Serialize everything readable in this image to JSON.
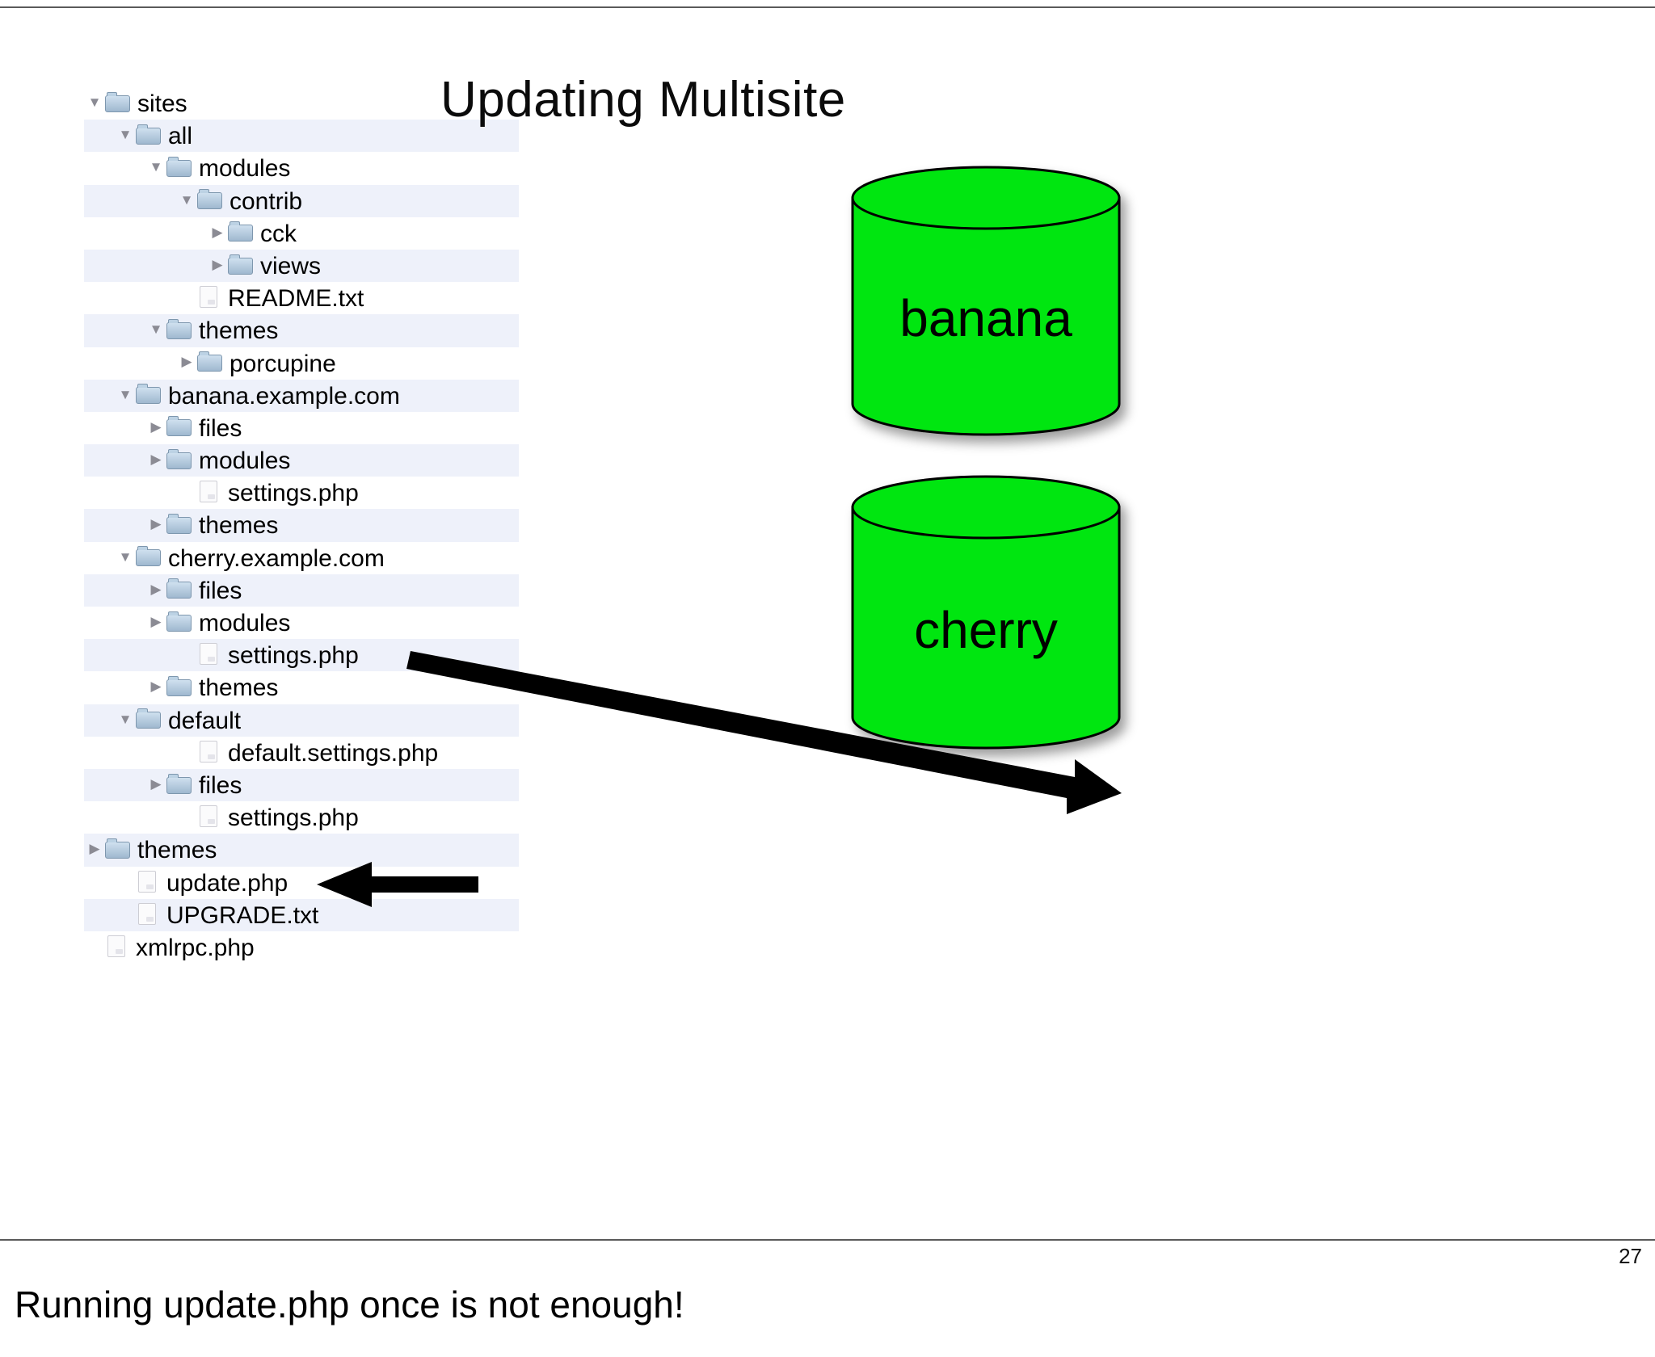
{
  "slide": {
    "title": "Updating Multisite",
    "page_number": "27",
    "caption": "Running update.php once is not enough!"
  },
  "tree": {
    "rows": [
      {
        "label": "sites",
        "type": "folder",
        "state": "open",
        "depth": 0,
        "stripe": false
      },
      {
        "label": "all",
        "type": "folder",
        "state": "open",
        "depth": 1,
        "stripe": true
      },
      {
        "label": "modules",
        "type": "folder",
        "state": "open",
        "depth": 2,
        "stripe": false
      },
      {
        "label": "contrib",
        "type": "folder",
        "state": "open",
        "depth": 3,
        "stripe": true
      },
      {
        "label": "cck",
        "type": "folder",
        "state": "closed",
        "depth": 4,
        "stripe": false
      },
      {
        "label": "views",
        "type": "folder",
        "state": "closed",
        "depth": 4,
        "stripe": true
      },
      {
        "label": "README.txt",
        "type": "file",
        "state": "none",
        "depth": 3,
        "stripe": false
      },
      {
        "label": "themes",
        "type": "folder",
        "state": "open",
        "depth": 2,
        "stripe": true
      },
      {
        "label": "porcupine",
        "type": "folder",
        "state": "closed",
        "depth": 3,
        "stripe": false
      },
      {
        "label": "banana.example.com",
        "type": "folder",
        "state": "open",
        "depth": 1,
        "stripe": true
      },
      {
        "label": "files",
        "type": "folder",
        "state": "closed",
        "depth": 2,
        "stripe": false
      },
      {
        "label": "modules",
        "type": "folder",
        "state": "closed",
        "depth": 2,
        "stripe": true
      },
      {
        "label": "settings.php",
        "type": "file",
        "state": "none",
        "depth": 3,
        "stripe": false
      },
      {
        "label": "themes",
        "type": "folder",
        "state": "closed",
        "depth": 2,
        "stripe": true
      },
      {
        "label": "cherry.example.com",
        "type": "folder",
        "state": "open",
        "depth": 1,
        "stripe": false
      },
      {
        "label": "files",
        "type": "folder",
        "state": "closed",
        "depth": 2,
        "stripe": true
      },
      {
        "label": "modules",
        "type": "folder",
        "state": "closed",
        "depth": 2,
        "stripe": false
      },
      {
        "label": "settings.php",
        "type": "file",
        "state": "none",
        "depth": 3,
        "stripe": true
      },
      {
        "label": "themes",
        "type": "folder",
        "state": "closed",
        "depth": 2,
        "stripe": false
      },
      {
        "label": "default",
        "type": "folder",
        "state": "open",
        "depth": 1,
        "stripe": true
      },
      {
        "label": "default.settings.php",
        "type": "file",
        "state": "none",
        "depth": 3,
        "stripe": false
      },
      {
        "label": "files",
        "type": "folder",
        "state": "closed",
        "depth": 2,
        "stripe": true
      },
      {
        "label": "settings.php",
        "type": "file",
        "state": "none",
        "depth": 3,
        "stripe": false
      },
      {
        "label": "themes",
        "type": "folder",
        "state": "closed",
        "depth": 0,
        "stripe": true
      },
      {
        "label": "update.php",
        "type": "file",
        "state": "none",
        "depth": 1,
        "stripe": false
      },
      {
        "label": "UPGRADE.txt",
        "type": "file",
        "state": "none",
        "depth": 1,
        "stripe": true
      },
      {
        "label": "xmlrpc.php",
        "type": "file",
        "state": "none",
        "depth": 0,
        "stripe": false
      }
    ]
  },
  "databases": [
    {
      "name": "banana",
      "color": "#00e610"
    },
    {
      "name": "cherry",
      "color": "#00e610"
    }
  ],
  "arrows": [
    {
      "name": "settings-to-cherry",
      "direction": "right-down"
    },
    {
      "name": "points-to-update-php",
      "direction": "left"
    }
  ]
}
